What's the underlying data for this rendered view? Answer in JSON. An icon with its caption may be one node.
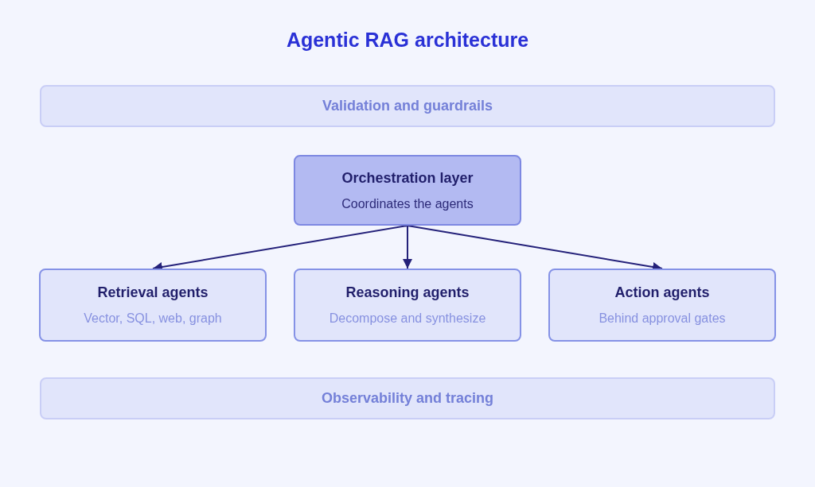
{
  "diagram": {
    "title": "Agentic RAG architecture",
    "nodes": [
      {
        "text": [
          "Validation and guardrails"
        ]
      },
      {
        "text": [
          "Orchestration layer",
          "Coordinates the agents"
        ]
      },
      {
        "text": [
          "Retrieval agents",
          "Vector, SQL, web, graph"
        ]
      },
      {
        "text": [
          "Reasoning agents",
          "Decompose and synthesize"
        ]
      },
      {
        "text": [
          "Action agents",
          "Behind approval gates"
        ]
      },
      {
        "text": [
          "Observability and tracing"
        ]
      }
    ],
    "edges": [
      {
        "from": 1,
        "to": 2,
        "arrow": "to"
      },
      {
        "from": 1,
        "to": 3,
        "arrow": "to"
      },
      {
        "from": 1,
        "to": 4,
        "arrow": "to"
      }
    ]
  }
}
